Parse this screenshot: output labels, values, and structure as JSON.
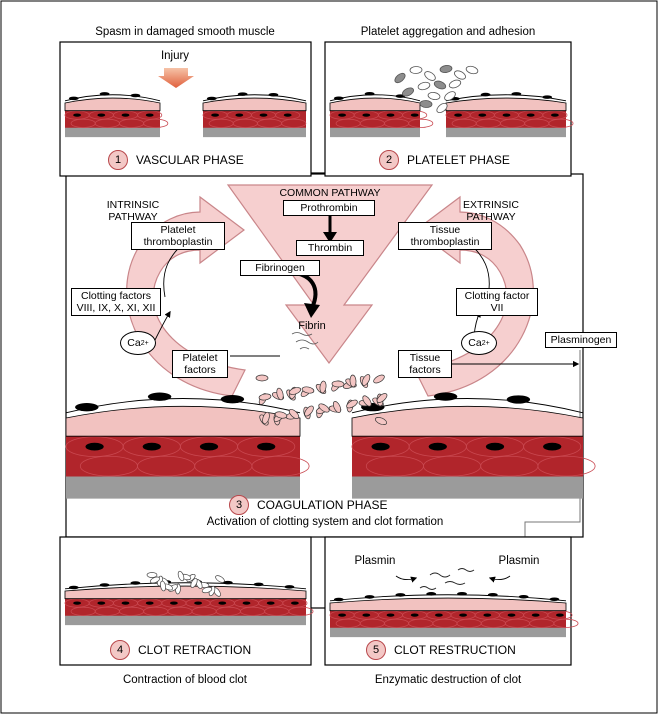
{
  "panels": {
    "vascular": {
      "caption": "Spasm in damaged smooth muscle",
      "number": "1",
      "title": "VASCULAR PHASE",
      "injury": "Injury"
    },
    "platelet": {
      "caption": "Platelet aggregation and adhesion",
      "number": "2",
      "title": "PLATELET PHASE"
    },
    "coagulation": {
      "number": "3",
      "title": "COAGULATION PHASE",
      "subtitle": "Activation of clotting system and clot formation"
    },
    "retraction": {
      "number": "4",
      "title": "CLOT RETRACTION",
      "caption": "Contraction of blood clot"
    },
    "destruction": {
      "number": "5",
      "title": "CLOT RESTRUCTION",
      "caption": "Enzymatic destruction of clot",
      "plasmin_left": "Plasmin",
      "plasmin_right": "Plasmin"
    }
  },
  "pathways": {
    "common": "COMMON PATHWAY",
    "intrinsic": [
      "INTRINSIC",
      "PATHWAY"
    ],
    "extrinsic": [
      "EXTRINSIC",
      "PATHWAY"
    ]
  },
  "boxes": {
    "prothrombin": "Prothrombin",
    "thrombin": "Thrombin",
    "fibrinogen": "Fibrinogen",
    "fibrin": "Fibrin",
    "platelet_thromboplastin": [
      "Platelet",
      "thromboplastin"
    ],
    "tissue_thromboplastin": [
      "Tissue",
      "thromboplastin"
    ],
    "clotting_factors": [
      "Clotting factors",
      "VIII, IX, X, XI, XII"
    ],
    "clotting_factor_vii": [
      "Clotting factor",
      "VII"
    ],
    "platelet_factors": [
      "Platelet",
      "factors"
    ],
    "tissue_factors": [
      "Tissue",
      "factors"
    ],
    "plasminogen": "Plasminogen",
    "ca_left": "Ca",
    "ca_right": "Ca",
    "ca_charge": "2+"
  },
  "colors": {
    "muscle": "#b1252b",
    "muscle_light": "#c94850",
    "pink_layer": "#f2c2c0",
    "arrow_fill": "#f6cfcf",
    "arrow_stroke": "#c9868a",
    "basement": "#9b9b9b",
    "platelet": "#8d8d8d",
    "clot": "#f4c6c4"
  }
}
